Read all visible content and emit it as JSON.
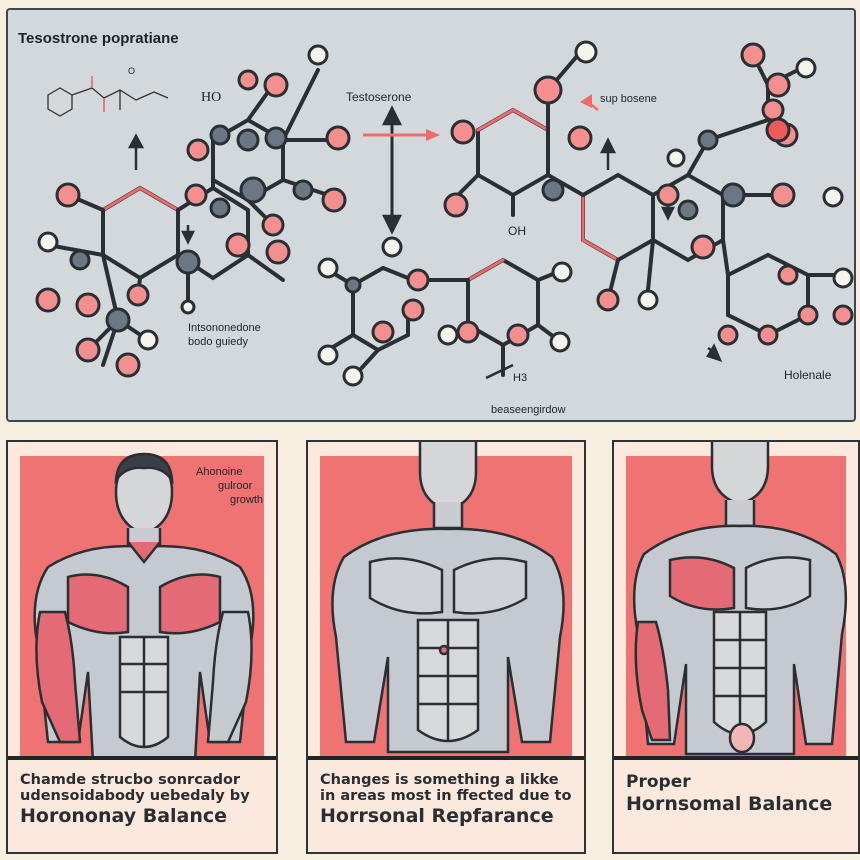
{
  "diagram": {
    "title": "Tesostrone popratiane",
    "labels": {
      "molecule_top": "Testoserone",
      "sup_bosene": "sup bosene",
      "ho": "HO",
      "oh": "OH",
      "h3": "H3",
      "annot_left_1": "Intsononedone",
      "annot_left_2": "bodo guiedy",
      "beaseengirdow": "beaseengirdow",
      "holenale": "Holenale",
      "small_o": "O"
    }
  },
  "panels": [
    {
      "annotation": [
        "Ahonoine",
        "gulroor",
        "growth"
      ],
      "caption_line1": "Chamde strucbo sonrcador",
      "caption_line2": "udensoidabody uebedaly by",
      "caption_line3": "Horononay Balance"
    },
    {
      "caption_line1": "Changes is something a likke",
      "caption_line2": "in areas most in ffected due to",
      "caption_line3": "Horrsonal Repfarance"
    },
    {
      "caption_line1": "",
      "caption_line2": "Proper",
      "caption_line3": "Hornsomal Balance"
    }
  ]
}
